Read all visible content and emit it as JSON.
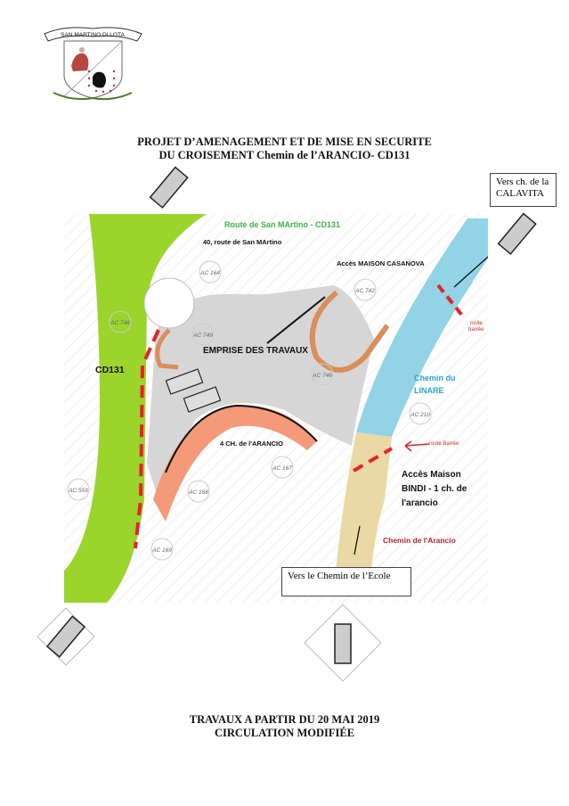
{
  "logo": {
    "text": "SAN MARTINO DI LOTA"
  },
  "header": {
    "line1": "PROJET D’AMENAGEMENT ET DE MISE EN SECURITE",
    "line2": "DU CROISEMENT Chemin de l’ARANCIO- CD131"
  },
  "signs": {
    "calavita_line1": "Vers ch. de la",
    "calavita_line2": "CALAVITA",
    "ecole": "Vers le Chemin de l’Ecole"
  },
  "map": {
    "route_san_martino": "Route de San MArtino  - CD131",
    "address_40": "40, route de San MArtino",
    "acces_casanova": "Accès MAISON CASANOVA",
    "route_barree_1": "route",
    "route_barree_2": "barrée",
    "emprise": "EMPRISE DES TRAVAUX",
    "cd131": "CD131",
    "chemin_linare_1": "Chemin du",
    "chemin_linare_2": "LINARE",
    "route_barree_3": "route Barrée",
    "arancio_4": "4 CH. de l'ARANCIO",
    "acces_bindi_1": "Accès Maison",
    "acces_bindi_2": "BINDI - 1 ch. de",
    "acces_bindi_3": "l'arancio",
    "chemin_arancio": "Chemin de l'Arancio",
    "parcels": [
      "AC 164",
      "AC 748",
      "AC 749",
      "AC 742",
      "AC 746",
      "AC 210",
      "AC 167",
      "AC 168",
      "AC 559",
      "AC 169"
    ]
  },
  "footer": {
    "line1": "TRAVAUX A PARTIR DU 20 MAI 2019",
    "line2": "CIRCULATION MODIFIÉE"
  },
  "colors": {
    "green": "#9bd42a",
    "blue": "#93d3e6",
    "salmon": "#f49a78",
    "tan": "#ead9a4",
    "grey": "#d6d6d6",
    "red": "#e8202a"
  }
}
